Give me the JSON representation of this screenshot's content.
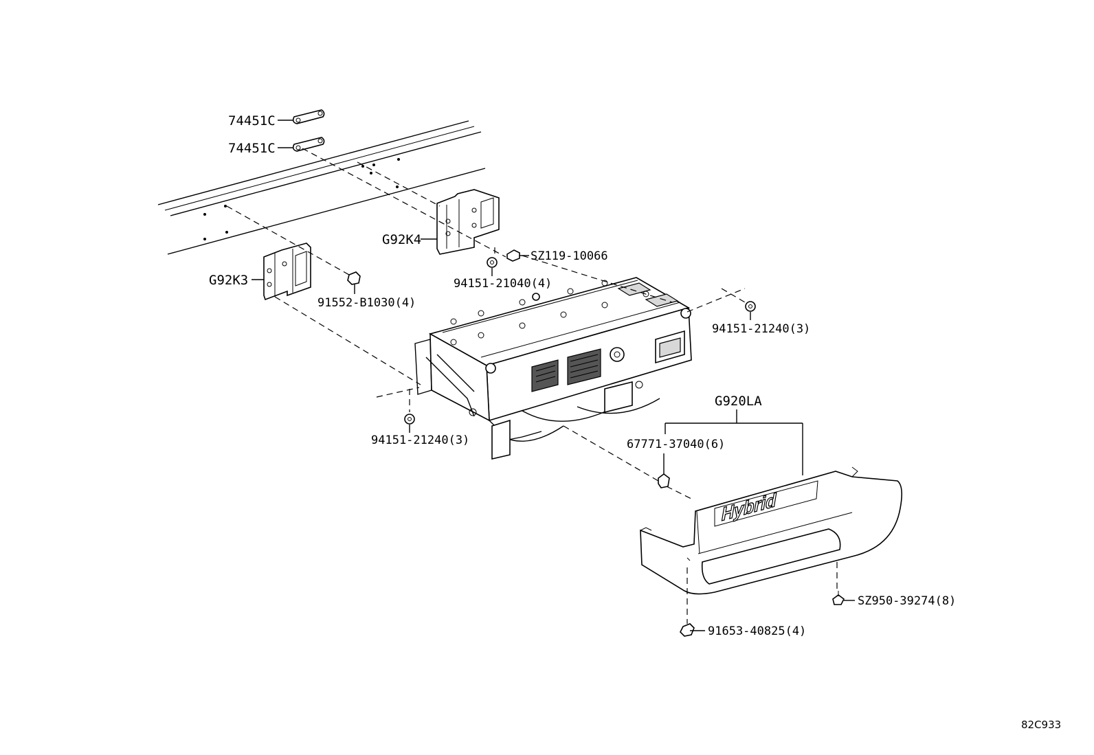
{
  "diagram_ref": "82C933",
  "callouts": {
    "clip_upper": "74451C",
    "clip_lower": "74451C",
    "bracket_right": "G92K4",
    "bracket_left": "G92K3",
    "screw_sz119": "SZ119-10066",
    "nut_bracket_right": "94151-21040(4)",
    "bolt_bracket_left": "91552-B1030(4)",
    "nut_unit_right": "94151-21240(3)",
    "nut_unit_left": "94151-21240(3)",
    "cover_assembly": "G920LA",
    "clip_cover": "67771-37040(6)",
    "screw_cover": "SZ950-39274(8)",
    "bolt_cover": "91653-40825(4)"
  },
  "badge_text": "Hybrid"
}
